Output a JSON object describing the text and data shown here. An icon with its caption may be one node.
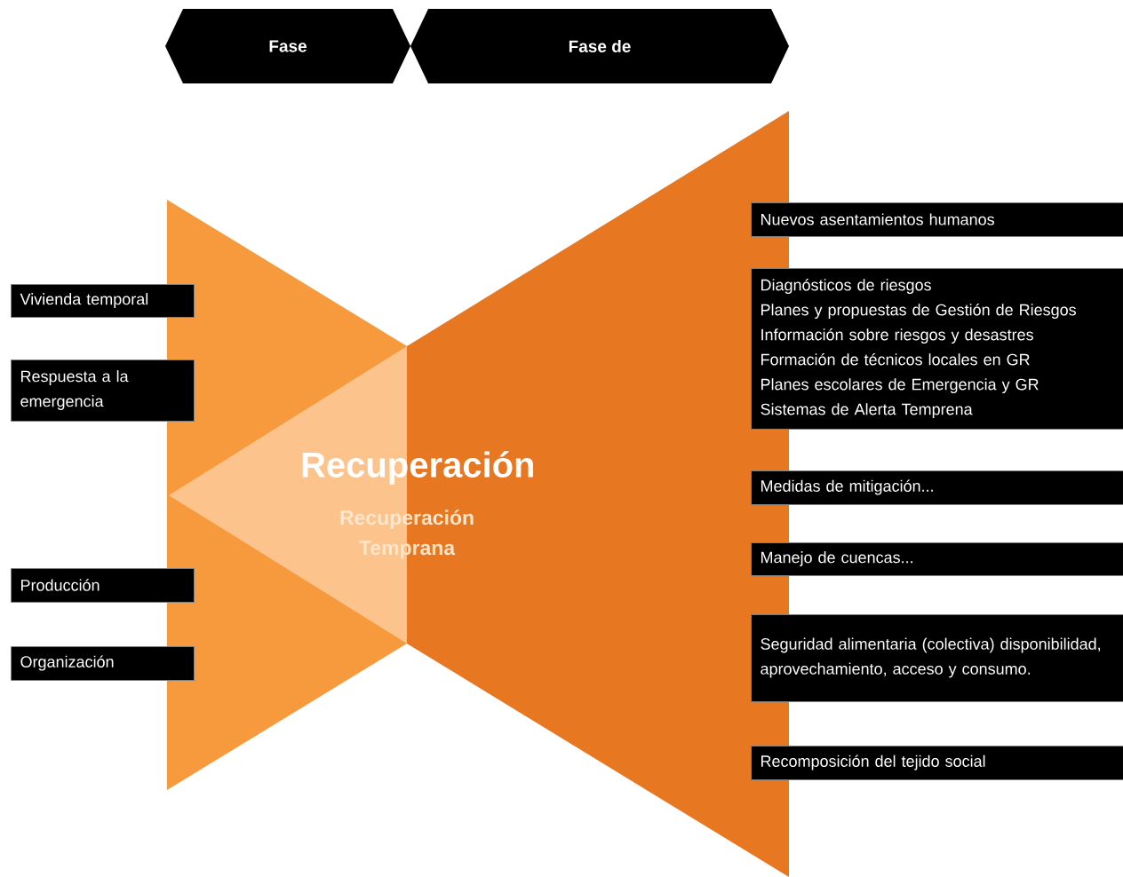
{
  "diagram": {
    "nodes": [
      {
        "text": [
          "Fase"
        ]
      },
      {
        "text": [
          "Fase de"
        ]
      },
      {
        "text": [
          "Vivienda temporal"
        ]
      },
      {
        "text": [
          "Respuesta a la emergencia"
        ]
      },
      {
        "text": [
          "Producción"
        ]
      },
      {
        "text": [
          "Organización"
        ]
      },
      {
        "text": [
          "Nuevos asentamientos humanos"
        ]
      },
      {
        "text": [
          "Diagnósticos de riesgos",
          "Planes y propuestas de Gestión de Riesgos",
          "Información sobre riesgos y desastres",
          "Formación de técnicos locales en GR",
          "Planes escolares de Emergencia y GR",
          "Sistemas de Alerta Temprena"
        ]
      },
      {
        "text": [
          "Medidas de mitigación..."
        ]
      },
      {
        "text": [
          "Manejo de cuencas..."
        ]
      },
      {
        "text": [
          "Seguridad alimentaria (colectiva) disponibilidad, aprovechamiento, acceso y consumo."
        ]
      },
      {
        "text": [
          "Recomposición del tejido social"
        ]
      }
    ],
    "labels": [
      "Recuperación",
      "Recuperación Temprana"
    ]
  }
}
